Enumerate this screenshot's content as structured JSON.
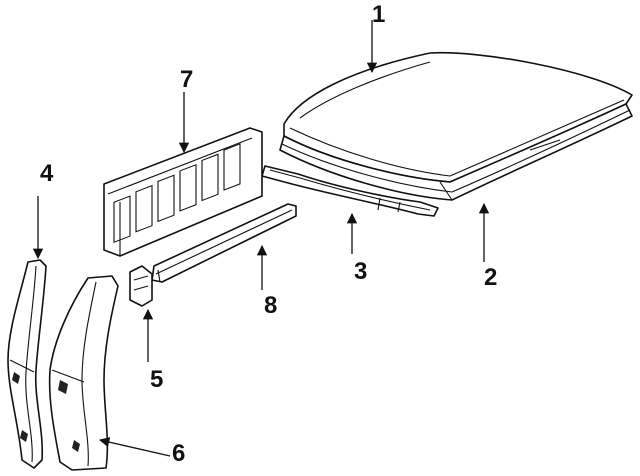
{
  "callouts": [
    {
      "id": "c1",
      "text": "1"
    },
    {
      "id": "c2",
      "text": "2"
    },
    {
      "id": "c3",
      "text": "3"
    },
    {
      "id": "c4",
      "text": "4"
    },
    {
      "id": "c5",
      "text": "5"
    },
    {
      "id": "c6",
      "text": "6"
    },
    {
      "id": "c7",
      "text": "7"
    },
    {
      "id": "c8",
      "text": "8"
    }
  ],
  "colors": {
    "line": "#111111",
    "background": "#ffffff"
  }
}
